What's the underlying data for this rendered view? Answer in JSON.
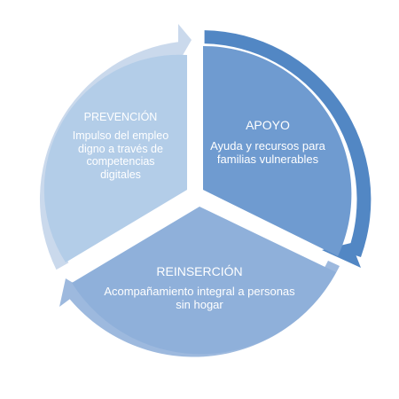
{
  "diagram": {
    "segments": [
      {
        "id": "prevencion",
        "title": "PREVENCIÓN",
        "description": "Impulso del empleo digno a través de competencias digitales",
        "fill": "#b3cde8",
        "arrow": "#cad9ec"
      },
      {
        "id": "apoyo",
        "title": "APOYO",
        "description": "Ayuda y recursos para familias vulnerables",
        "fill": "#6f9bd0",
        "arrow": "#5287c4"
      },
      {
        "id": "reinsercion",
        "title": "REINSERCIÓN",
        "description": "Acompañamiento integral a personas sin hogar",
        "fill": "#8fb0da",
        "arrow": "#9db9de"
      }
    ]
  }
}
